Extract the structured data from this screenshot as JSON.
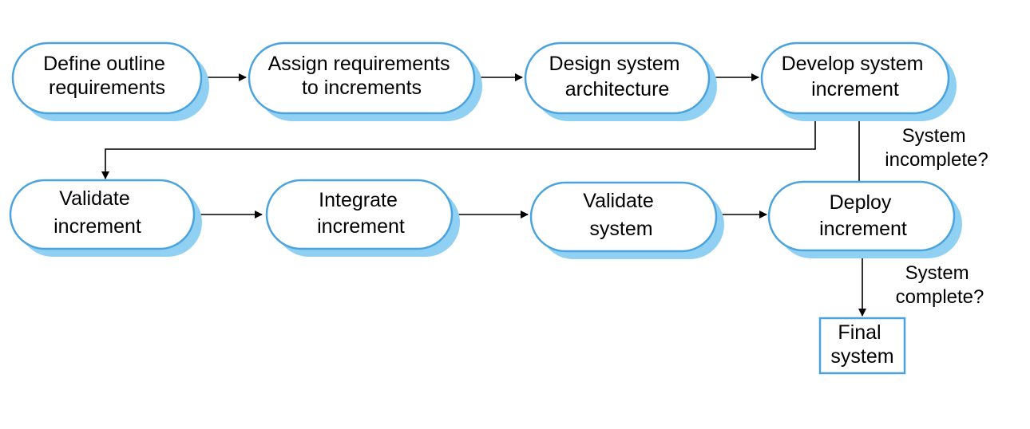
{
  "colors": {
    "node_stroke": "#4aa3df",
    "node_fill": "#ffffff",
    "node_shadow": "#8fd0f3",
    "arrow": "#000000",
    "text": "#000000"
  },
  "nodes": [
    {
      "id": "define-outline-requirements",
      "lines": [
        "Define outline",
        "requirements"
      ]
    },
    {
      "id": "assign-requirements",
      "lines": [
        "Assign requirements",
        "to increments"
      ]
    },
    {
      "id": "design-system-architecture",
      "lines": [
        "Design system",
        "architecture"
      ]
    },
    {
      "id": "develop-system-increment",
      "lines": [
        "Develop system",
        "increment"
      ]
    },
    {
      "id": "validate-increment",
      "lines": [
        "Validate",
        "increment"
      ]
    },
    {
      "id": "integrate-increment",
      "lines": [
        "Integrate",
        "increment"
      ]
    },
    {
      "id": "validate-system",
      "lines": [
        "Validate",
        "system"
      ]
    },
    {
      "id": "deploy-increment",
      "lines": [
        "Deploy",
        "increment"
      ]
    },
    {
      "id": "final-system",
      "lines": [
        "Final",
        "system"
      ]
    }
  ],
  "edge_labels": {
    "incomplete": [
      "System",
      "incomplete?"
    ],
    "complete": [
      "System",
      "complete?"
    ]
  }
}
